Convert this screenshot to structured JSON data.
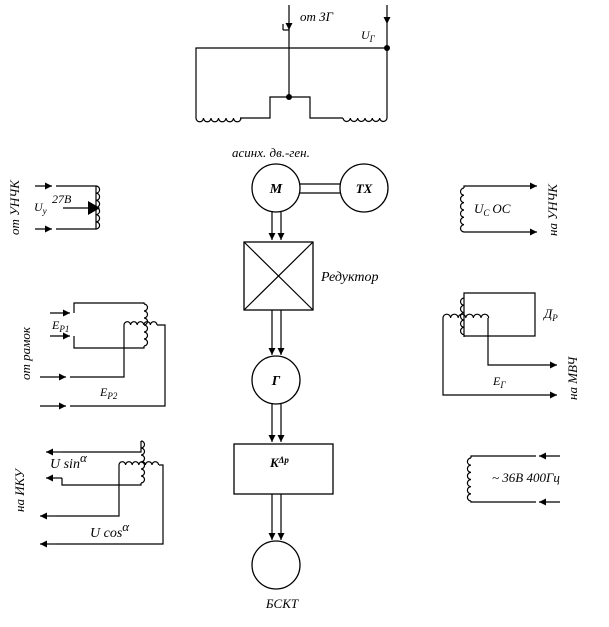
{
  "top": {
    "source_label": "от ЗГ",
    "u_label": "U",
    "u_sub": "Г",
    "motor_gen_caption": "асинх. дв.-ген."
  },
  "blocks": {
    "motor": "M",
    "tacho": "TX",
    "reducer": "Редуктор",
    "generator": "Г",
    "amplifier_main": "K",
    "amplifier_sup": "Δр",
    "bskt": "БСКТ"
  },
  "left": {
    "from_unch": "от УНЧК",
    "uy_label": "U",
    "uy_sub": "у",
    "voltage_27": "27В",
    "from_frames": "от рамок",
    "ep1_label": "E",
    "ep1_sub": "Р1",
    "ep2_label": "E",
    "ep2_sub": "Р2",
    "to_iku": "на ИКУ",
    "usin_label": "U sin",
    "usin_greek": "α",
    "ucos_label": "U cos",
    "ucos_greek": "α"
  },
  "right": {
    "to_unch": "на УНЧК",
    "ucos_label": "U",
    "ucos_sub": "С",
    "ucos_suffix": "ОС",
    "dp_label": "Д",
    "dp_sub": "Р",
    "eg_label": "E",
    "eg_sub": "Г",
    "to_mvch": "на МВЧ",
    "supply": "~ 36В 400Гц"
  }
}
